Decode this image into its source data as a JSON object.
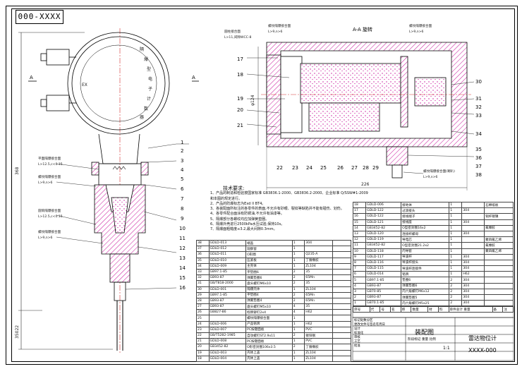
{
  "drawing_code": "000-XXXX",
  "title_block": {
    "drawing_name": "装配图",
    "product_name": "雷达物位计",
    "drawing_number": "XXXX-000",
    "scale": "1:1",
    "header_cols": [
      "序号",
      "代",
      "号",
      "名",
      "称",
      "数量",
      "材",
      "料",
      "单件总计 重量",
      "备",
      "注"
    ],
    "sign_rows": [
      "标记处数分区",
      "更改文件号签名年月日",
      "设计",
      "标准化",
      "审核",
      "工艺",
      "批准"
    ],
    "stage_labels": [
      "阶段标记",
      "重量",
      "比例"
    ]
  },
  "section_label": "A-A  旋转",
  "view_marks": [
    "A",
    "A"
  ],
  "dimensions": {
    "total_height": "368",
    "lower_height": "35022",
    "diameter": "φ124",
    "width": "226"
  },
  "callouts": {
    "left": [
      "平面隔爆接合面",
      "L>12.5,c<0.15",
      "螺纹隔爆接合面",
      "L>9,n>6",
      "圆筒隔爆接合面",
      "L>12.5,c<0.15",
      "螺纹隔爆接合面",
      "L>9,n>6"
    ],
    "top": [
      "圆柱接合面",
      "L>11,间隙WCC-8",
      "螺纹隔爆接合面",
      "L>9,n>6",
      "螺纹隔爆接合面",
      "L>9,n>6"
    ],
    "bottom": [
      "螺纹隔爆接合面(喇叭)",
      "L>9,n>6"
    ]
  },
  "dial_text": [
    "隔",
    "爆",
    "型",
    "电",
    "子",
    "计",
    "数",
    "器",
    "EX"
  ],
  "part_numbers_left": [
    "1",
    "2",
    "3",
    "4",
    "5",
    "6",
    "7",
    "8",
    "9",
    "10",
    "11",
    "12",
    "13",
    "14",
    "15",
    "16"
  ],
  "part_numbers_section_left": [
    "17",
    "18",
    "19",
    "20",
    "21"
  ],
  "part_numbers_section_bottom": [
    "22",
    "23",
    "24",
    "25",
    "26",
    "27",
    "28",
    "29"
  ],
  "part_numbers_section_right": [
    "30",
    "31",
    "32",
    "33",
    "34",
    "35",
    "36",
    "37",
    "38"
  ],
  "notes": {
    "heading": "技术要求:",
    "lines": [
      "1、产品的制造和检验按国家标准 GB3836.1-2000、GB3836.2-2000、企业标准 Q/SSW#1-2009",
      "和本图的规定进行。",
      "2、产品的防爆标志为Exd II BT4。",
      "3、各装配面所标注的各零件的表面,不允许有砂眼、裂纹等缺陷并不能有碰伤、划伤。",
      "4、各零件配合面涂有防锈油,不允许有油漆等。",
      "5、隔爆部分各螺纹均应加弹簧垫圈。",
      "6、隔爆外壳进行2500kPa水压试验,保持10s。",
      "7、隔爆面粗糙度≤3.2,最大间隙0.3mm。"
    ]
  },
  "bom_left": [
    [
      "38",
      "GDLD-013",
      "端盖",
      "1",
      "304",
      ""
    ],
    [
      "37",
      "GDLD-012",
      "观察窗",
      "1",
      "",
      ""
    ],
    [
      "36",
      "GDLD-011",
      "O形圈",
      "1",
      "Q235-A",
      ""
    ],
    [
      "35",
      "GDLD-010",
      "压紧板",
      "1",
      "丁腈橡胶",
      ""
    ],
    [
      "34",
      "GDLD-009",
      "主壳体",
      "1",
      "ZL104",
      ""
    ],
    [
      "33",
      "GB97.1-85",
      "平垫圈6",
      "2",
      "35",
      ""
    ],
    [
      "32",
      "GB93-87",
      "弹簧垫圈6",
      "2",
      "65Mn",
      ""
    ],
    [
      "31",
      "GB/T818-2000",
      "盘头螺钉M6x10",
      "2",
      "35",
      ""
    ],
    [
      "30",
      "GDLD-001",
      "隔爆壳体",
      "1",
      "ZL104",
      ""
    ],
    [
      "29",
      "GB97.1-85",
      "平垫圈4",
      "2",
      "65Mn",
      ""
    ],
    [
      "28",
      "GB93-87",
      "弹簧垫圈4",
      "2",
      "65Mn",
      ""
    ],
    [
      "27",
      "GB93-87",
      "盘头螺钉M5x10",
      "4",
      "35",
      ""
    ],
    [
      "26",
      "GB827-86",
      "标牌铆钉2x4",
      "4",
      "H62",
      ""
    ],
    [
      "25",
      "",
      "螺纹隔爆接合面",
      "1",
      "",
      ""
    ],
    [
      "24",
      "GDLD-006",
      "产品铭牌",
      "1",
      "H62",
      ""
    ],
    [
      "23",
      "GDLD-007",
      "PC按键面板",
      "1",
      "PVC",
      ""
    ],
    [
      "22",
      "GB/T5282-1985",
      "自攻螺钉ST2.9x11",
      "2",
      "镀锌钢",
      ""
    ],
    [
      "21",
      "GDLD-008",
      "PC按键面板",
      "1",
      "PVC",
      ""
    ],
    [
      "20",
      "GB3452-82",
      "O形密封圈106x3.5",
      "2",
      "丁腈橡胶",
      ""
    ],
    [
      "19",
      "GDLD-003",
      "壳体上盖",
      "1",
      "ZL104",
      ""
    ],
    [
      "18",
      "GDLD-004",
      "壳体上盖",
      "1",
      "ZL104",
      ""
    ]
  ],
  "bom_right": [
    [
      "18",
      "GDLD-006",
      "接地体",
      "1",
      "",
      "石棉纸板"
    ],
    [
      "17",
      "GDLD-122",
      "过渡接头",
      "1",
      "304",
      ""
    ],
    [
      "16",
      "GDLD-122",
      "接线端子",
      "1",
      "",
      "铜杆镀镍"
    ],
    [
      "15",
      "GDLD-121",
      "接线座",
      "1",
      "304",
      ""
    ],
    [
      "14",
      "GB3452-82",
      "O型密封圈16x2",
      "1",
      "",
      "氟橡胶"
    ],
    [
      "13",
      "GDLD-120",
      "连接杆螺母",
      "1",
      "304",
      ""
    ],
    [
      "12",
      "GDLD-119",
      "导电芯",
      "1",
      "",
      "聚四氟乙烯"
    ],
    [
      "11",
      "GB3452-82",
      "O型密封圈21.2x2",
      "1",
      "",
      "氟橡胶"
    ],
    [
      "10",
      "GDLD-118",
      "内导套",
      "1",
      "",
      "聚四氟乙烯"
    ],
    [
      "9",
      "GDLD-117",
      "导波杆",
      "1",
      "304",
      ""
    ],
    [
      "8",
      "GDLD-116",
      "导波杆接头",
      "1",
      "304",
      ""
    ],
    [
      "7",
      "GDLD-115",
      "导波杆连接件",
      "1",
      "304",
      ""
    ],
    [
      "6",
      "GDLD-014",
      "铭牌",
      "1",
      "H62",
      ""
    ],
    [
      "5",
      "GB97.1-85",
      "垫圈6",
      "2",
      "304",
      ""
    ],
    [
      "4",
      "GB93-87",
      "弹簧垫圈6",
      "2",
      "304",
      ""
    ],
    [
      "3",
      "GB70-85",
      "内六角螺钉M6x12",
      "2",
      "304",
      ""
    ],
    [
      "2",
      "GB93-87",
      "弹簧垫圈5",
      "2",
      "304",
      ""
    ],
    [
      "1",
      "GB70.1-85",
      "内六角螺钉M5x25",
      "2",
      "304",
      ""
    ]
  ]
}
